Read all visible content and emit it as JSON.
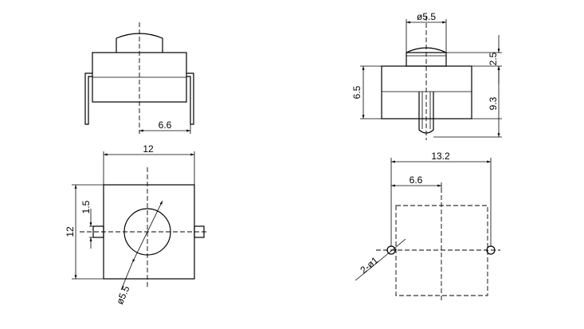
{
  "views": {
    "front": {
      "width_label": "6.6"
    },
    "top": {
      "width_label": "12",
      "height_label": "12",
      "pin_label": "1.5",
      "button_diameter_label": "ø5.5"
    },
    "side": {
      "button_diameter_label": "ø5.5",
      "button_height_label": "2.5",
      "body_height_label": "6.5",
      "total_height_label": "9.3"
    },
    "footprint": {
      "pitch_label": "13.2",
      "offset_label": "6.6",
      "hole_label": "2-ø1"
    }
  }
}
